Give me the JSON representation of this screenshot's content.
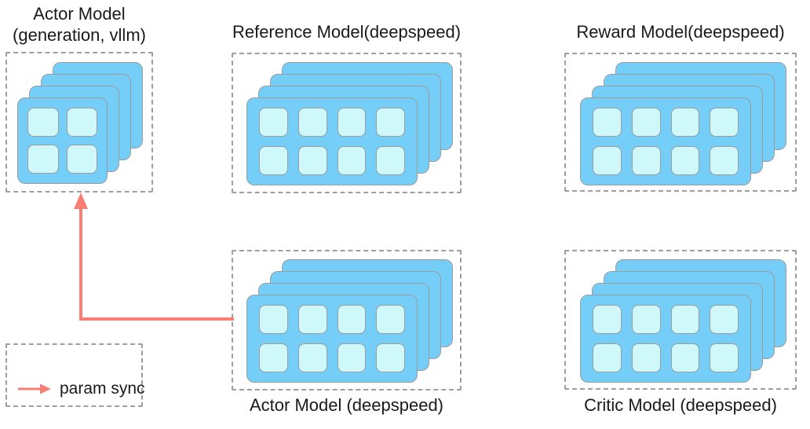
{
  "nodes": [
    {
      "id": "actor-generation-vllm",
      "title_line1": "Actor Model",
      "title_line2": "(generation, vllm)",
      "label_position": "top",
      "gpu_cards": 4,
      "gpu_grid": "2x2"
    },
    {
      "id": "reference-model",
      "title": "Reference Model(deepspeed)",
      "label_position": "top",
      "gpu_cards": 4,
      "gpu_grid": "4x2"
    },
    {
      "id": "reward-model",
      "title": "Reward Model(deepspeed)",
      "label_position": "top",
      "gpu_cards": 4,
      "gpu_grid": "4x2"
    },
    {
      "id": "actor-model-deepspeed",
      "title": "Actor Model (deepspeed)",
      "label_position": "bottom",
      "gpu_cards": 4,
      "gpu_grid": "4x2"
    },
    {
      "id": "critic-model-deepspeed",
      "title": "Critic Model (deepspeed)",
      "label_position": "bottom",
      "gpu_cards": 4,
      "gpu_grid": "4x2"
    }
  ],
  "legend": {
    "label": "param sync"
  },
  "param_sync_arrow": {
    "from": "actor-model-deepspeed",
    "to": "actor-generation-vllm"
  },
  "colors": {
    "gpu_card": "#74CEF8",
    "gpu_cell": "#CFF8FB",
    "card_border": "#9C9C9C",
    "dashed_border": "#9E9E9E",
    "arrow": "#F97F75",
    "text": "#1A1A1A"
  }
}
